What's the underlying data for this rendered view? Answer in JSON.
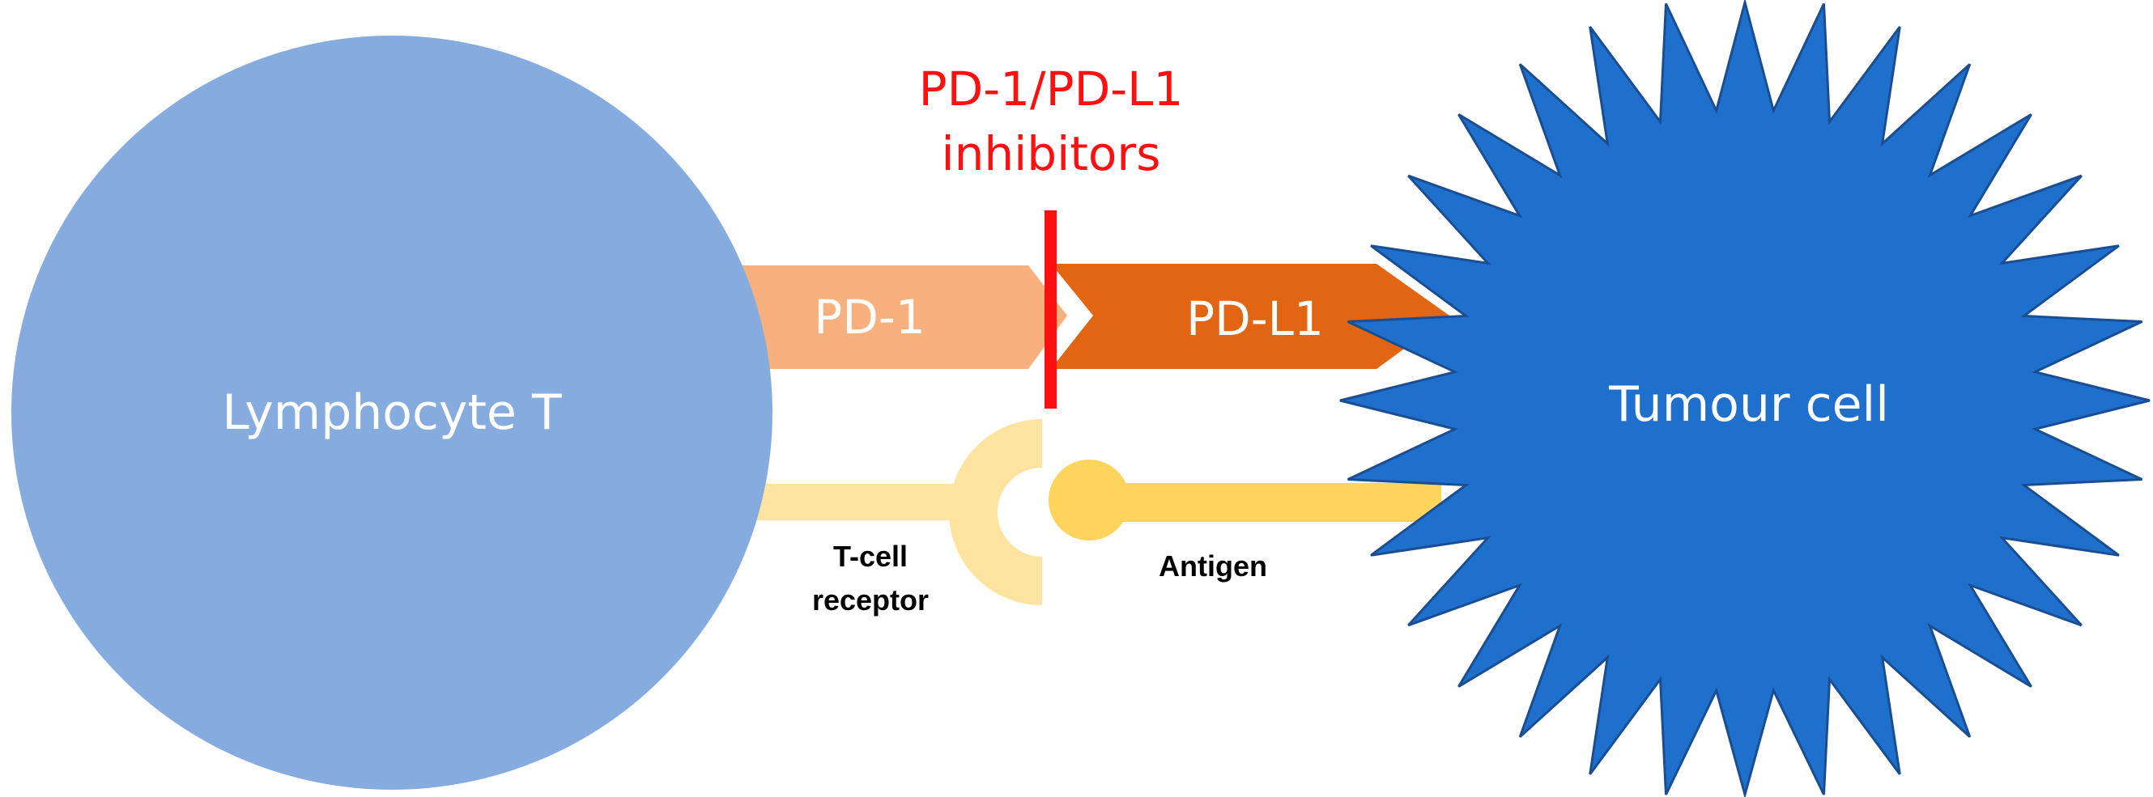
{
  "colors": {
    "lymphocyte": "#86ACDF",
    "tumour": "#1F6FCC",
    "tumour_outline": "#1A4E92",
    "pd1": "#F9B07F",
    "pdl1": "#E16512",
    "inhibitor": "#FF1010",
    "receptor": "#FFE3A0",
    "antigen": "#FFD45C"
  },
  "labels": {
    "inhibitors_line1": "PD-1/PD-L1",
    "inhibitors_line2": "inhibitors",
    "pd1": "PD-1",
    "pdl1": "PD-L1",
    "lymphocyte": "Lymphocyte T",
    "tumour": "Tumour cell",
    "tcr_line1": "T-cell",
    "tcr_line2": "receptor",
    "antigen": "Antigen"
  }
}
